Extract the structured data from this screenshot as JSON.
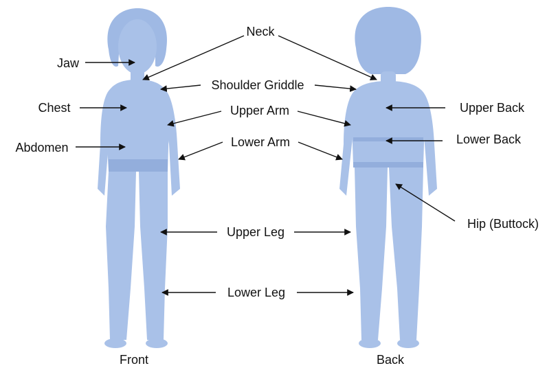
{
  "figures": {
    "front_caption": "Front",
    "back_caption": "Back"
  },
  "labels": {
    "neck": "Neck",
    "jaw": "Jaw",
    "shoulder_griddle": "Shoulder Griddle",
    "chest": "Chest",
    "upper_arm": "Upper Arm",
    "abdomen": "Abdomen",
    "lower_arm": "Lower Arm",
    "upper_back": "Upper Back",
    "lower_back": "Lower Back",
    "hip": "Hip (Buttock)",
    "upper_leg": "Upper Leg",
    "lower_leg": "Lower Leg"
  },
  "colors": {
    "body": "#a9c1e8",
    "text": "#111111"
  }
}
